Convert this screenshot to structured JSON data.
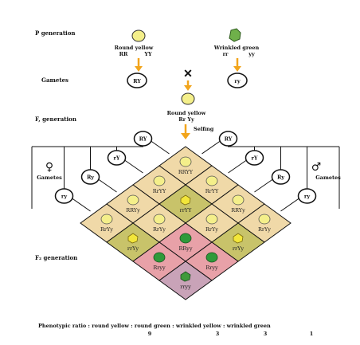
{
  "labels": {
    "p_generation": "P generation",
    "gametes": "Gametes",
    "f1_generation": "F, generation",
    "f2_generation": "F₂ generation",
    "gametes_female": "Gametes",
    "gametes_male": "Gametes",
    "selfing": "Selfing",
    "cross_symbol": "✕",
    "female_symbol": "♀",
    "male_symbol": "♂"
  },
  "parents": {
    "left_name": "Round yellow",
    "left_genotype_a": "RR",
    "left_genotype_b": "YY",
    "left_gamete": "RY",
    "right_name": "Wrinkled green",
    "right_genotype_a": "rr",
    "right_genotype_b": "yy",
    "right_gamete": "ry"
  },
  "f1": {
    "name": "Round yellow",
    "genotype": "Rr Yy"
  },
  "gametes_left": [
    "RY",
    "rY",
    "Ry",
    "ry"
  ],
  "gametes_right": [
    "RY",
    "rY",
    "Ry",
    "ry"
  ],
  "grid": [
    [
      "RRYY",
      "RrYY",
      "RRYy",
      "RrYy"
    ],
    [
      "RrYY",
      "rrYY",
      "RrYy",
      "rrYy"
    ],
    [
      "RRYy",
      "RrYy",
      "RRyy",
      "Rryy"
    ],
    [
      "RrYy",
      "rrYy",
      "Rryy",
      "rryy"
    ]
  ],
  "ratio": {
    "line": "Phenotypic ratio :  round yellow : round green : wrinkled yellow : wrinkled green",
    "numbers": [
      "9",
      "3",
      "3",
      "1"
    ]
  },
  "colors": {
    "round_yellow_cell": "#f0d9a8",
    "wrinkled_yellow_cell": "#c8c36a",
    "round_green_cell": "#e8a1a8",
    "wrinkled_green_cell": "#c9a3b8",
    "arrow": "#f2a51c",
    "pea_yellow": "#f4ef8a",
    "pea_green": "#2e9a3a"
  }
}
